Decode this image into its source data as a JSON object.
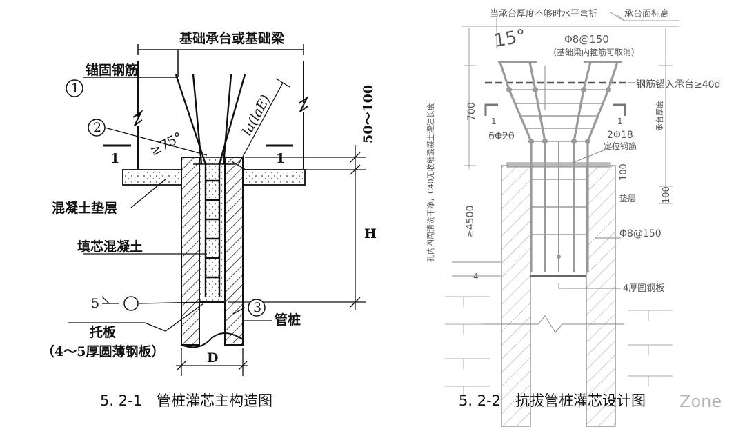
{
  "figure_left": {
    "caption": "5. 2-1　管桩灌芯主构造图",
    "labels": {
      "cap_or_beam": "基础承台或基础梁",
      "anchor_rebar": "锚固钢筋",
      "num1": "1",
      "num2": "2",
      "num3": "3",
      "angle": "≥75°",
      "anchor_len": "la(laE)",
      "section1_left": "1",
      "section1_right": "1",
      "cushion": "混凝土垫层",
      "infill": "填芯混凝土",
      "weld": "5",
      "pile": "管桩",
      "plate": "托板",
      "plate_note": "（4～5厚圆薄钢板）",
      "dim_top": "50～100",
      "dim_h": "H",
      "dim_d": "D"
    }
  },
  "figure_right": {
    "caption": "5. 2-2　抗拔管桩灌芯设计图",
    "labels": {
      "bend_note": "当承台厚度不够时水平弯折",
      "top_elev": "承台面标高",
      "angle": "15°",
      "stirrup": "Φ8@150",
      "stirrup_note": "（基础梁内箍筋可取消）",
      "anchor": "钢筋锚入承台≥40d",
      "dim_700": "700",
      "cap_thick": "承台厚度",
      "sec_left": "1",
      "sec_right": "1",
      "main_rebar": "6Φ20",
      "pos_rebar": "2Φ18",
      "pos_note": "定位钢筋",
      "dim_100a": "100",
      "cushion": "垫层",
      "dim_100b": "100",
      "side_note": "孔内四周清洗干净，C40无收缩混凝土灌注长度",
      "dim_4500": "≥4500",
      "stirrup2": "Φ8@150",
      "dim_4": "4",
      "plate": "4厚圆钢板"
    }
  },
  "watermark": "Zone"
}
